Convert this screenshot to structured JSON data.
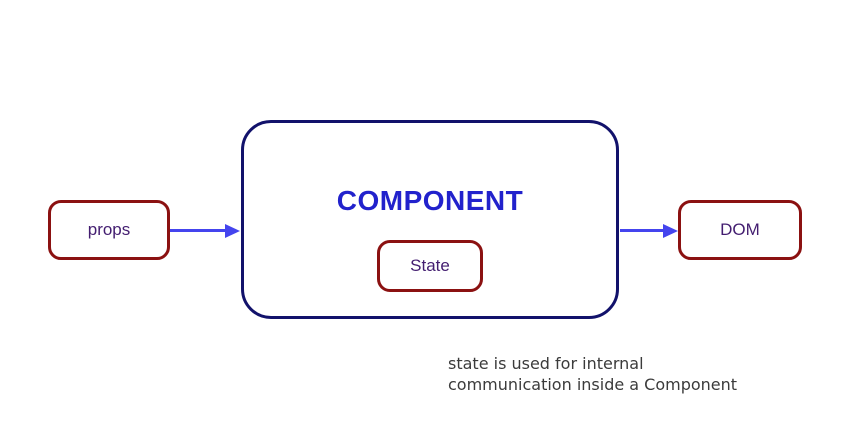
{
  "diagram": {
    "component": {
      "title": "COMPONENT"
    },
    "nodes": {
      "props": {
        "label": "props"
      },
      "state": {
        "label": "State"
      },
      "dom": {
        "label": "DOM"
      }
    },
    "arrows": [
      {
        "from": "props",
        "to": "component"
      },
      {
        "from": "component",
        "to": "dom"
      }
    ],
    "caption_line1": "state is used for internal",
    "caption_line2": "communication inside a Component"
  },
  "colors": {
    "bg": "#ffffff",
    "box-red": "#8b1111",
    "component-border": "#12126b",
    "component-title": "#2222cc",
    "node-label": "#431d70",
    "arrow": "#4444ee",
    "caption": "#3b3b3b"
  }
}
